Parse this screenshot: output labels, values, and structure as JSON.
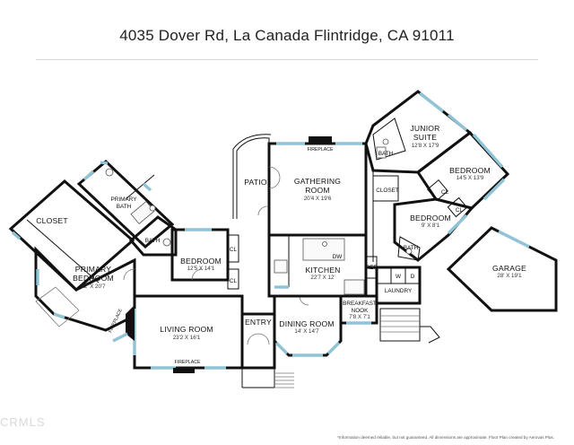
{
  "title": "4035 Dover Rd, La Canada Flintridge, CA 91011",
  "rooms": {
    "primary_bedroom": {
      "name": "PRIMARY",
      "name2": "BEDROOM",
      "dims": "22' X 20'7"
    },
    "closet_main": {
      "name": "CLOSET"
    },
    "primary_bath": {
      "name": "PRIMARY",
      "name2": "BATH"
    },
    "bath_1": {
      "name": "BATH"
    },
    "bedroom_1": {
      "name": "BEDROOM",
      "dims": "12'5 X 14'1"
    },
    "cl_1": {
      "name": "CL"
    },
    "cl_2": {
      "name": "CL"
    },
    "living_room": {
      "name": "LIVING ROOM",
      "dims": "23'2 X 16'1"
    },
    "entry": {
      "name": "ENTRY"
    },
    "patio": {
      "name": "PATIO"
    },
    "gathering_room": {
      "name": "GATHERING",
      "name2": "ROOM",
      "dims": "20'4 X 19'6"
    },
    "kitchen": {
      "name": "KITCHEN",
      "dims": "22'7 X 12'"
    },
    "dw": {
      "name": "DW"
    },
    "dining_room": {
      "name": "DINING ROOM",
      "dims": "14' X 14'7"
    },
    "breakfast_nook": {
      "name": "BREAKFAST",
      "name2": "NOOK",
      "dims": "7'8 X 7'1"
    },
    "ref": {
      "name": "REF"
    },
    "laundry": {
      "name": "LAUNDRY"
    },
    "w": {
      "name": "W"
    },
    "d": {
      "name": "D"
    },
    "junior_suite": {
      "name": "JUNIOR",
      "name2": "SUITE",
      "dims": "12'8 X 17'9"
    },
    "bath_2": {
      "name": "BATH"
    },
    "closet_2": {
      "name": "CLOSET"
    },
    "bedroom_2": {
      "name": "BEDROOM",
      "dims": "14'5 X 13'9"
    },
    "cl_3": {
      "name": "CL"
    },
    "cl_4": {
      "name": "CL"
    },
    "bedroom_3": {
      "name": "BEDROOM",
      "dims": "9' X 8'1"
    },
    "bath_3": {
      "name": "BATH"
    },
    "garage": {
      "name": "GARAGE",
      "dims": "28' X 19'1"
    },
    "fireplace_1": {
      "name": "FIREPLACE"
    },
    "fireplace_2": {
      "name": "FIREPLACE"
    },
    "fireplace_3": {
      "name": "FIREPLACE"
    }
  },
  "footer": "*Information deemed reliable, but not guaranteed. All dimensions are approximate. Floor Plan created by Aerovas Plus.",
  "watermark": "CRMLS",
  "colors": {
    "wall": "#111111",
    "window": "#8fc3d6",
    "background": "#ffffff"
  }
}
